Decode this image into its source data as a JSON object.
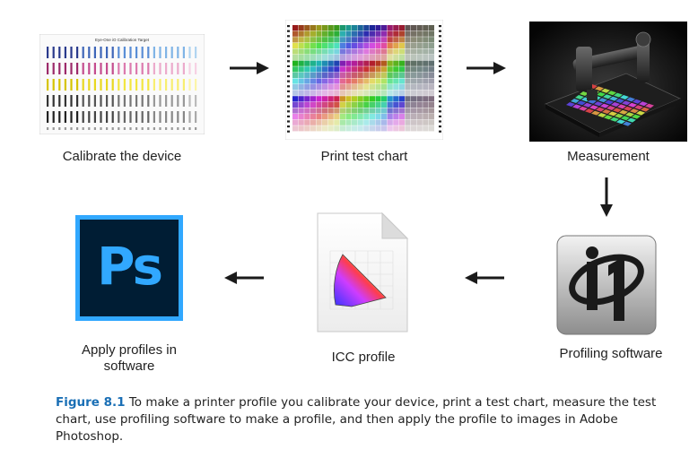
{
  "steps": [
    {
      "id": "calibrate",
      "label": "Calibrate the device",
      "image_title": "Eye-One iO Calibration Target"
    },
    {
      "id": "print",
      "label": "Print test chart"
    },
    {
      "id": "measure",
      "label": "Measurement"
    },
    {
      "id": "profiling",
      "label": "Profiling software"
    },
    {
      "id": "icc",
      "label": "ICC profile"
    },
    {
      "id": "apply",
      "label": "Apply profiles in\nsoftware",
      "logo_text": "Ps"
    }
  ],
  "caption": {
    "figure_label": "Figure 8.1",
    "text": "To make a printer profile you calibrate your device, print a test chart, measure the test chart, use profiling software to make a profile, and then apply the profile to images in Adobe Photoshop."
  },
  "colors": {
    "arrow": "#1a1a1a",
    "caption_label": "#1a6fb5",
    "ps_bg": "#001d34",
    "ps_accent": "#31a8ff"
  },
  "icons": [
    "calibration-target-image",
    "test-chart-image",
    "spectrophotometer-image",
    "i1-profiler-icon",
    "icc-profile-icon",
    "photoshop-icon"
  ]
}
